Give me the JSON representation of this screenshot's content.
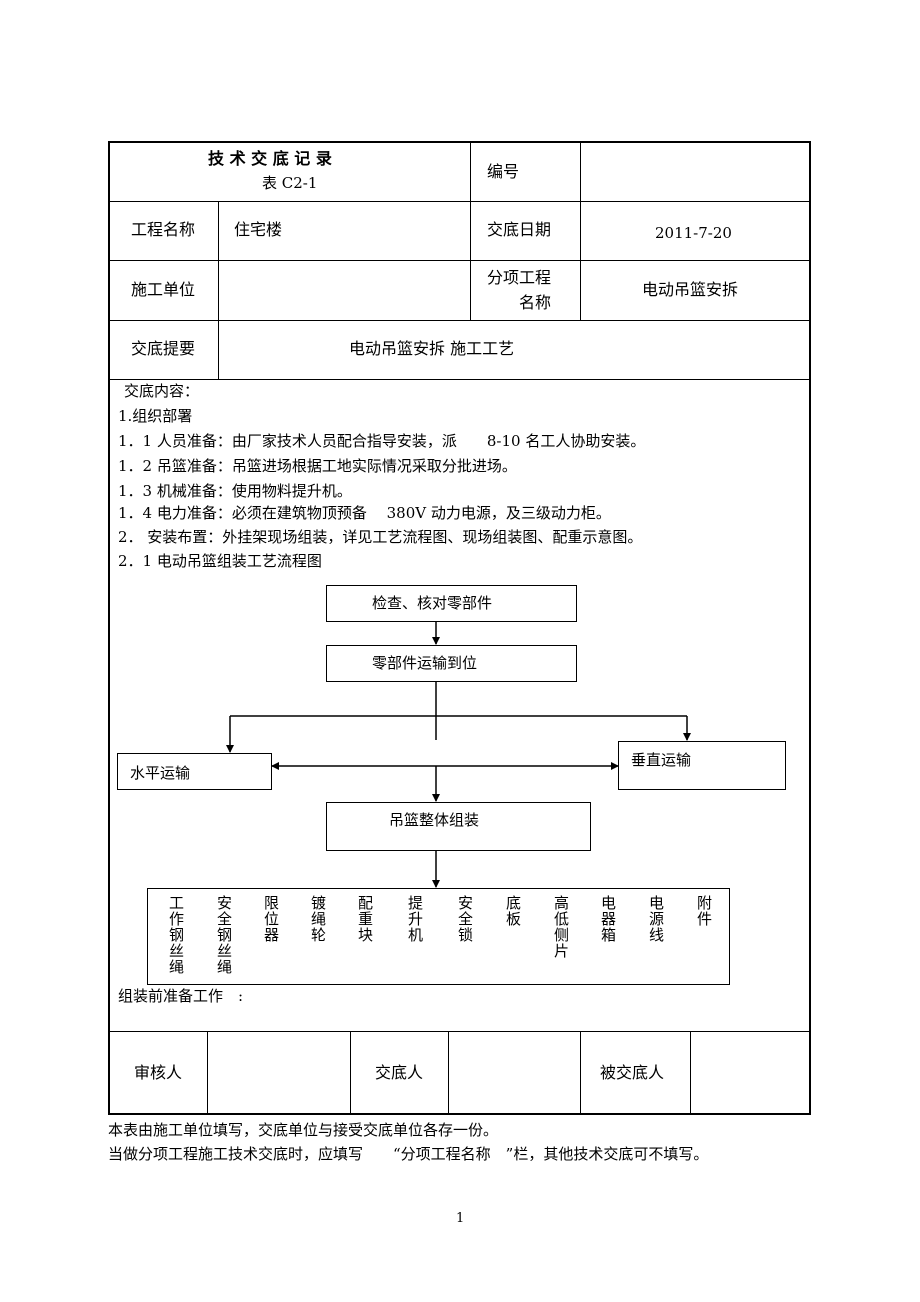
{
  "header": {
    "title": "技 术 交 底 记 录",
    "form_no": "表 C2-1",
    "number_label": "编号",
    "number_value": ""
  },
  "fields": {
    "project_name_label": "工程名称",
    "project_name_value": "住宅楼",
    "date_label": "交底日期",
    "date_value": "2011-7-20",
    "unit_label": "施工单位",
    "unit_value": "",
    "sub_project_label_1": "分项工程",
    "sub_project_label_2": "名称",
    "sub_project_value": "电动吊篮安拆",
    "summary_label": "交底提要",
    "summary_value": "电动吊篮安拆 施工工艺"
  },
  "content": {
    "heading": "交底内容：",
    "lines": [
      "1.组织部署",
      "1．1 人员准备：由厂家技术人员配合指导安装，派　　8-10 名工人协助安装。",
      "1．2 吊篮准备：吊篮进场根据工地实际情况采取分批进场。",
      "1．3 机械准备：使用物料提升机。",
      "1．4 电力准备：必须在建筑物顶预备　 380V 动力电源，及三级动力柜。",
      "2． 安装布置：外挂架现场组装，详见工艺流程图、现场组装图、配重示意图。",
      "2．1 电动吊篮组装工艺流程图"
    ]
  },
  "flowchart": {
    "step1": "检查、核对零部件",
    "step2": "零部件运输到位",
    "left": "水平运输",
    "right": "垂直运输",
    "step3": "吊篮整体组装",
    "components": [
      "工作钢丝绳",
      "安全钢丝绳",
      "限位器",
      "镀绳轮",
      "配重块",
      "提升机",
      "安全锁",
      "底板",
      "高低侧片",
      "电器箱",
      "电源线",
      "附件"
    ]
  },
  "prep_label": "组装前准备工作　:",
  "signatures": {
    "reviewer_label": "审核人",
    "reviewer_value": "",
    "discloser_label": "交底人",
    "discloser_value": "",
    "recipient_label": "被交底人",
    "recipient_value": ""
  },
  "notes": [
    "本表由施工单位填写，交底单位与接受交底单位各存一份。",
    "当做分项工程施工技术交底时，应填写　　“分项工程名称　”栏，其他技术交底可不填写。"
  ],
  "page_number": "1"
}
